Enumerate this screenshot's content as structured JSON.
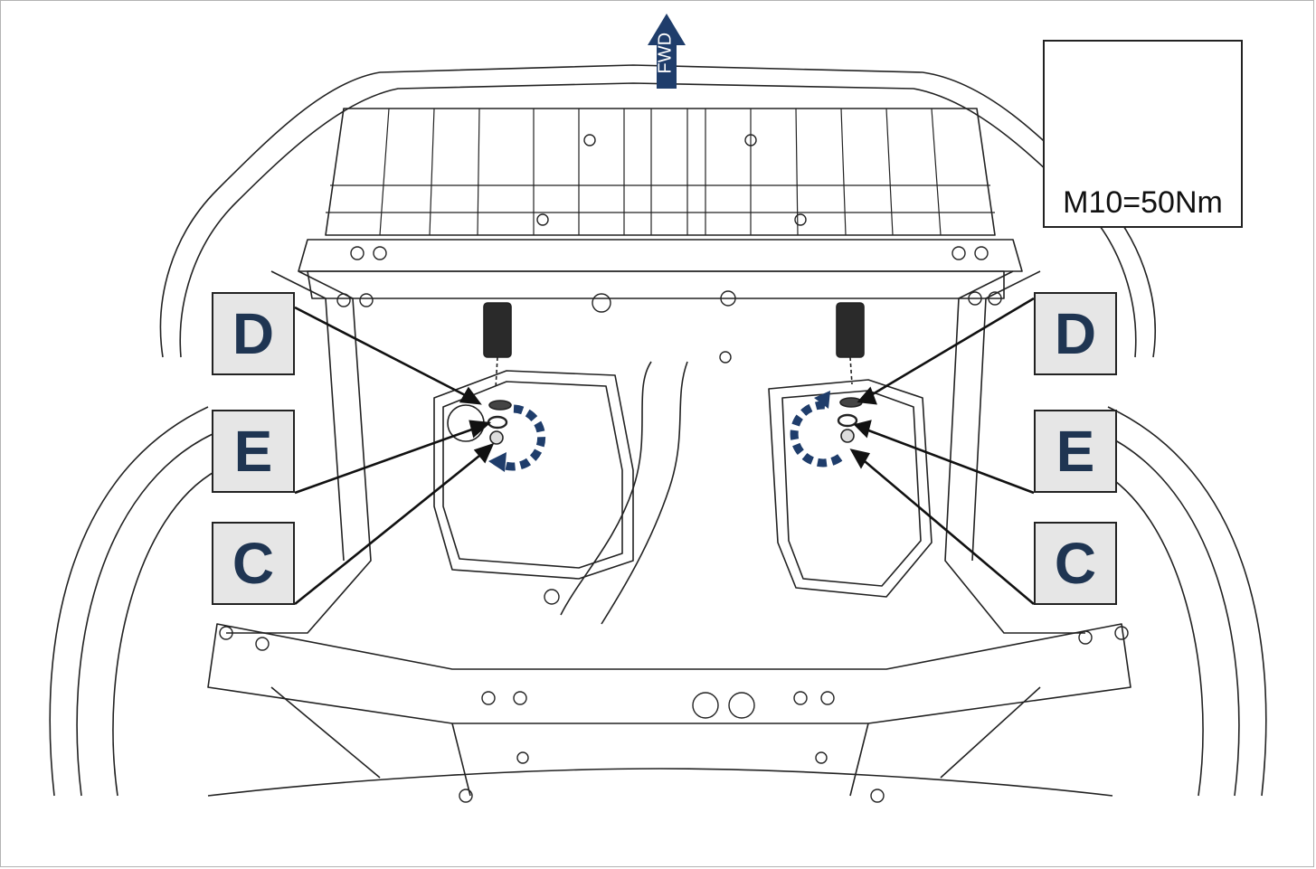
{
  "callouts": {
    "left": [
      "D",
      "E",
      "C"
    ],
    "right": [
      "D",
      "E",
      "C"
    ]
  },
  "torque": {
    "label": "M10=50Nm",
    "icons": [
      "ratchet-wrench-icon",
      "bolt-rotation-icon"
    ]
  },
  "direction": {
    "label": "FWD",
    "icon": "arrow-up-icon"
  },
  "colors": {
    "accent": "#1f3d6b",
    "callout_fill": "#e6e6e6",
    "line": "#222222"
  }
}
